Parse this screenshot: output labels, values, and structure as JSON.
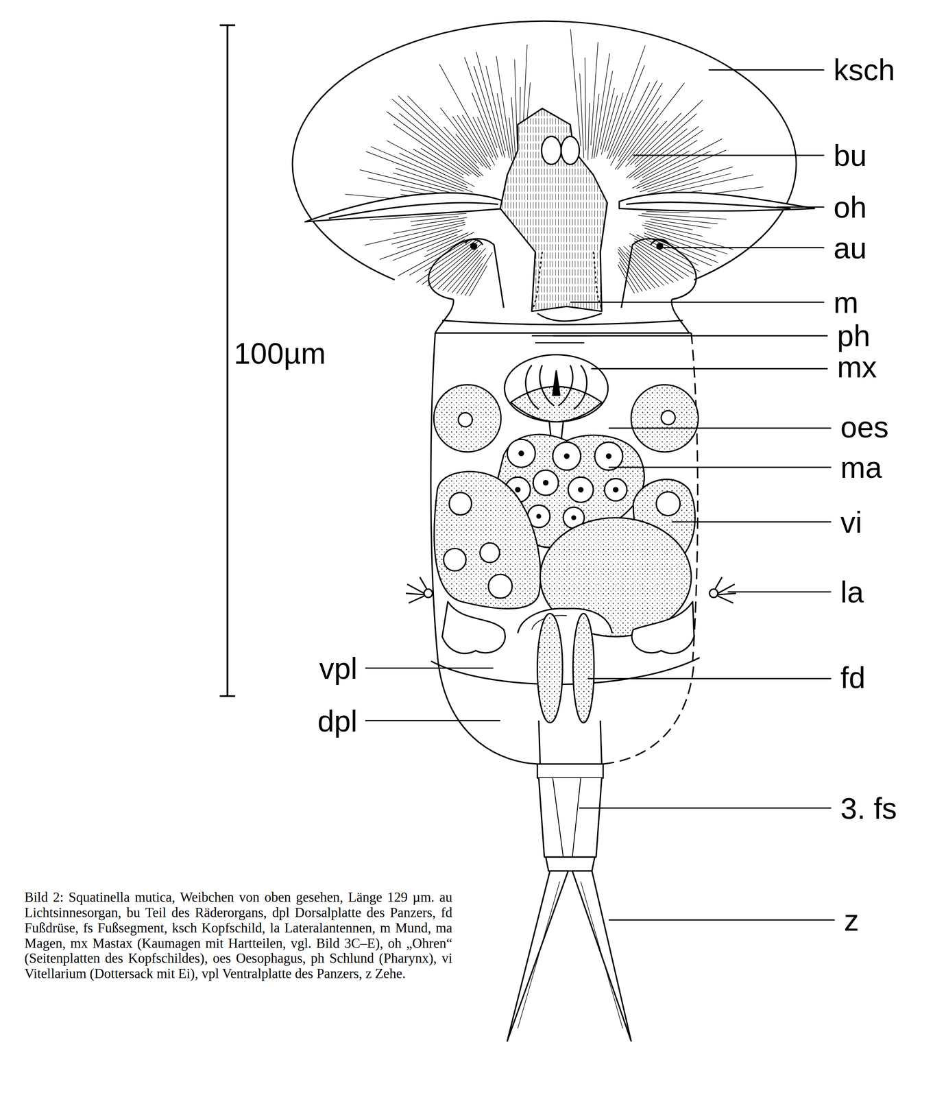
{
  "diagram": {
    "caption": "Bild 2: Squatinella mutica, Weibchen von oben gesehen, Länge 129 µm. au Lichtsinnesorgan, bu Teil des Räderorgans, dpl Dorsalplatte des Panzers, fd Fußdrüse, fs Fußsegment, ksch Kopfschild, la Lateralantennen, m Mund, ma Magen, mx Mastax (Kaumagen mit Hartteilen, vgl. Bild 3C–E), oh „Ohren“ (Seitenplatten des Kopfschildes), oes Oesophagus, ph Schlund (Pharynx), vi Vitellarium (Dottersack mit Ei), vpl Ventralplatte des Panzers, z Zehe.",
    "labels": [
      "ksch",
      "bu",
      "oh",
      "au",
      "m",
      "ph",
      "mx",
      "oes",
      "ma",
      "vi",
      "la",
      "100µm",
      "vpl",
      "fd",
      "dpl",
      "3. fs",
      "z"
    ]
  }
}
